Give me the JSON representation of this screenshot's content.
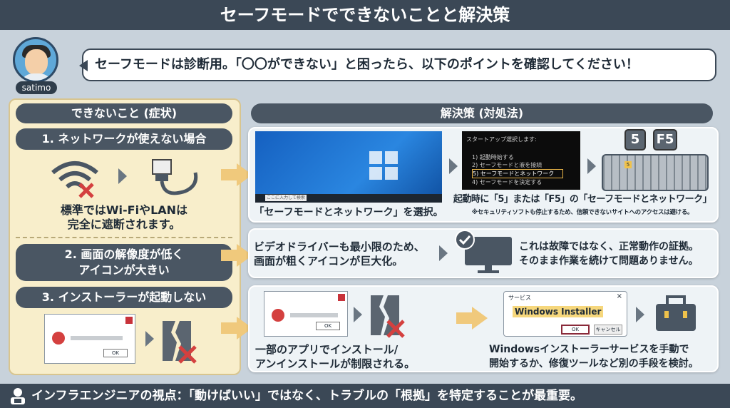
{
  "title": "セーフモードでできないことと解決策",
  "avatar": {
    "name": "satimo"
  },
  "bubble": "セーフモードは診断用。「〇〇ができない」と困ったら、以下のポイントを確認してください！",
  "left": {
    "header": "できないこと (症状)",
    "items": [
      {
        "label": "1. ネットワークが使えない場合",
        "desc": [
          "標準ではWi-FiやLANは",
          "完全に遮断されます。"
        ]
      },
      {
        "label": [
          "2. 画面の解像度が低く",
          "アイコンが大きい"
        ]
      },
      {
        "label": "3. インストーラーが起動しない",
        "ok": "OK"
      }
    ]
  },
  "right": {
    "header": "解決策 (対処法)",
    "row1": {
      "caption1": "「セーフモードとネットワーク」を選択。",
      "startup_title": "スタートアップ選択します:",
      "startup_options": [
        "1) 起動時始する",
        "2) セーフモードと液を接続",
        "5) セーフモードとネットワーク",
        "4) セーフモードを決定する"
      ],
      "keys": [
        "5",
        "F5"
      ],
      "highlight_key": "5",
      "search_text": "ここに入力して検索",
      "caption2": "起動時に「5」または「F5」の「セーフモードとネットワーク」",
      "note": "※セキュリティソフトも停止するため、信頼できないサイトへのアクセスは避ける。"
    },
    "row2": {
      "text": [
        "ビデオドライバーも最小限のため、",
        "画面が粗くアイコンが巨大化。"
      ],
      "text2": [
        "これは故障ではなく、正常動作の証拠。",
        "そのまま作業を続けて問題ありません。"
      ]
    },
    "row3": {
      "text": [
        "一部のアプリでインストール/",
        "アンインストールが制限される。"
      ],
      "dialog_ok": "OK",
      "service_title": "サービス",
      "service_name": "Windows Installer",
      "service_ok": "OK",
      "service_cancel": "キャンセル",
      "text2": [
        "Windowsインストーラーサービスを手動で",
        "開始するか、修復ツールなど別の手段を検討。"
      ]
    }
  },
  "footer": "インフラエンジニアの視点：「動けばいい」ではなく、トラブルの「根拠」を特定することが最重要。",
  "colors": {
    "dark": "#3b4856",
    "cream": "#f8eecb",
    "arrow": "#f0c97c",
    "error": "#d4403f"
  }
}
